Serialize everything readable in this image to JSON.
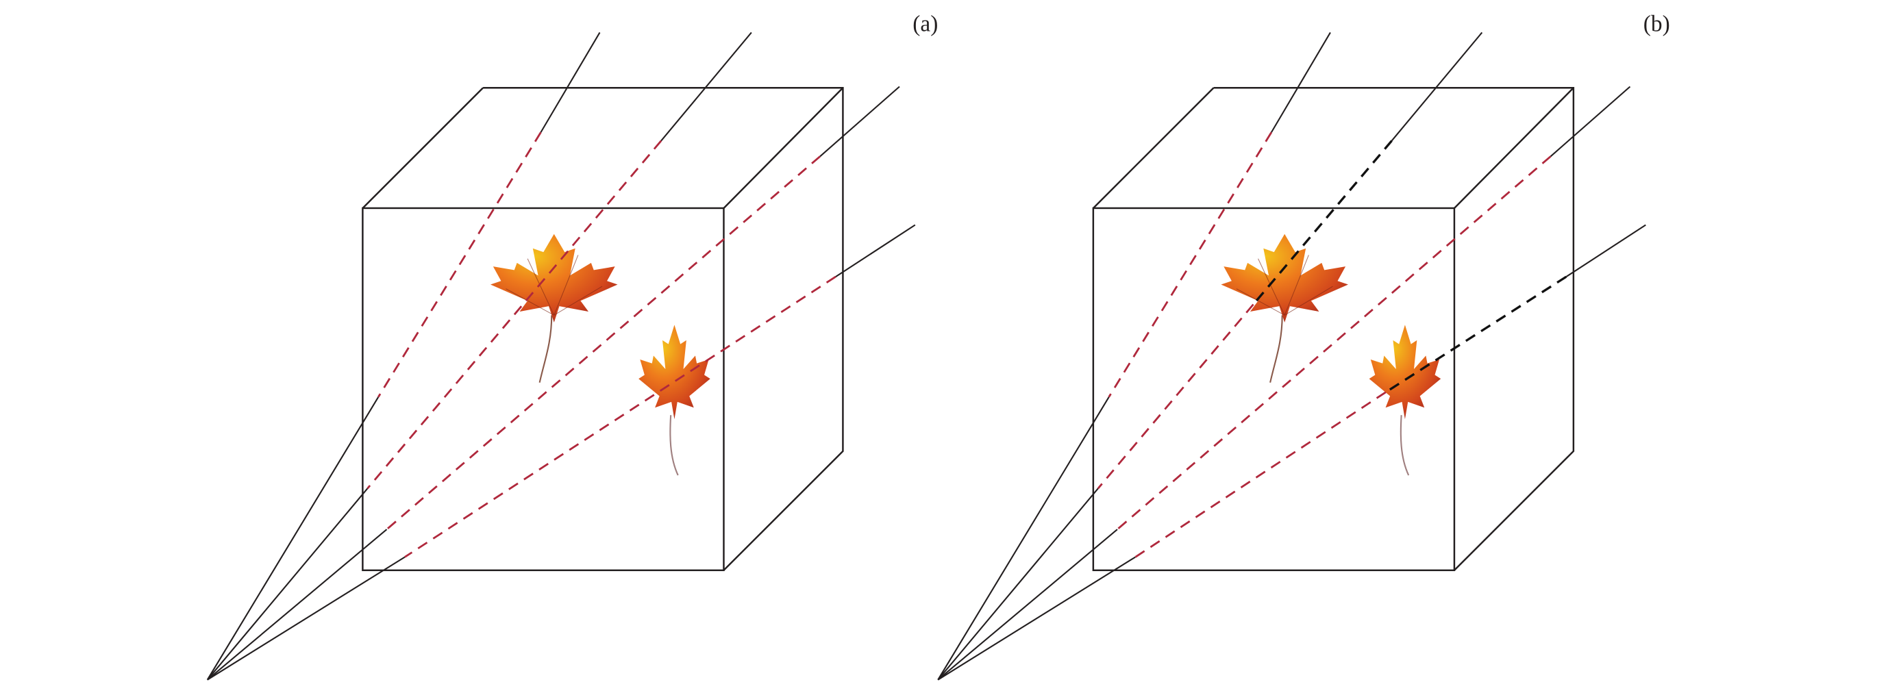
{
  "panels": [
    {
      "label": "(a)",
      "occluded_rays": []
    },
    {
      "label": "(b)",
      "occluded_rays": [
        1,
        3
      ]
    }
  ],
  "colors": {
    "ray_inside": "#b0283c",
    "ray_occluded": "#111111",
    "line": "#231f20"
  }
}
